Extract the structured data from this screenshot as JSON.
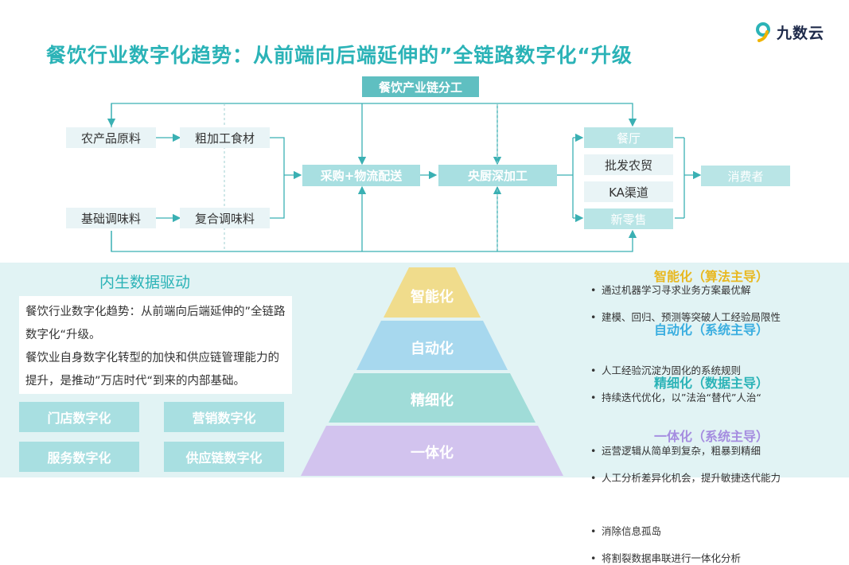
{
  "brand": {
    "name": "九数云"
  },
  "title": "餐饮行业数字化趋势：从前端向后端延伸的”全链路数字化“升级",
  "chain": {
    "header": "餐饮产业链分工",
    "raw": "农产品原料",
    "rough": "粗加工食材",
    "seasoning": "基础调味料",
    "compound": "复合调味料",
    "procure": "采购+物流配送",
    "central": "央厨深加工",
    "restaurant": "餐厅",
    "wholesale": "批发农贸",
    "ka": "KA渠道",
    "retail": "新零售",
    "consumer": "消费者"
  },
  "internal": {
    "title": "内生数据驱动",
    "p1": "餐饮行业数字化趋势：从前端向后端延伸的”全链路数字化“升级。",
    "p2": "餐饮业自身数字化转型的加快和供应链管理能力的提升，是推动”万店时代“到来的内部基础。",
    "buttons": [
      "门店数字化",
      "营销数字化",
      "服务数字化",
      "供应链数字化"
    ]
  },
  "pyramid": {
    "levels": [
      "智能化",
      "自动化",
      "精细化",
      "一体化"
    ],
    "colors": [
      "#f0dc8c",
      "#a7d8ee",
      "#a0dcd8",
      "#d2c3ee"
    ]
  },
  "right": {
    "sections": [
      {
        "heading": "智能化（算法主导）",
        "color": "#e8b820",
        "bullets": [
          "通过机器学习寻求业务方案最优解",
          "建模、回归、预测等突破人工经验局限性"
        ]
      },
      {
        "heading": "自动化（系统主导）",
        "color": "#3aaee0",
        "bullets": [
          "人工经验沉淀为固化的系统规则",
          "持续迭代优化，以”法治“替代”人治“"
        ]
      },
      {
        "heading": "精细化（数据主导）",
        "color": "#2bb3b7",
        "bullets": [
          "运营逻辑从简单到复杂，粗暴到精细",
          "人工分析差异化机会，提升敏捷迭代能力"
        ]
      },
      {
        "heading": "一体化（系统主导）",
        "color": "#a58de0",
        "bullets": [
          "消除信息孤岛",
          "将割裂数据串联进行一体化分析"
        ]
      }
    ]
  },
  "colors": {
    "accent": "#2bb3b7",
    "teal_box": "#a8dfe1",
    "line": "#3ab0b3"
  }
}
